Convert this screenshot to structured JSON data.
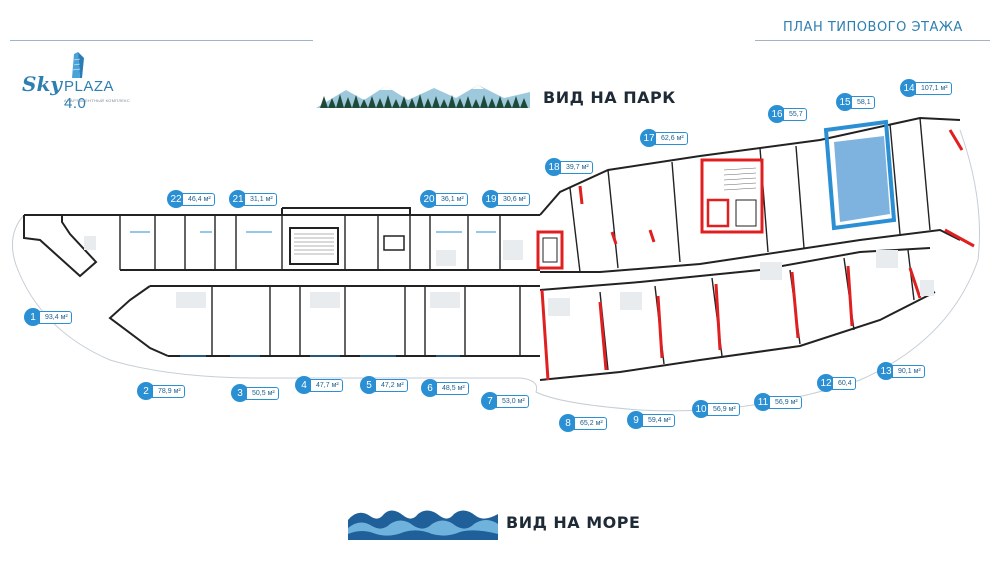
{
  "header": {
    "title": "ПЛАН ТИПОВОГО ЭТАЖА"
  },
  "logo": {
    "sky": "Sky",
    "plaza": "PLAZA 4.0",
    "subtitle": "АПАРТАМЕНТНЫЙ КОМПЛЕКС"
  },
  "views": {
    "park": "ВИД НА ПАРК",
    "sea": "ВИД НА МОРЕ"
  },
  "colors": {
    "accent": "#2b8fd3",
    "wall": "#222222",
    "highlight_wall": "#e02020",
    "selected_unit": "#7fb3df"
  },
  "units": [
    {
      "num": "1",
      "area": "93,4 м²"
    },
    {
      "num": "2",
      "area": "78,9 м²"
    },
    {
      "num": "3",
      "area": "50,5 м²"
    },
    {
      "num": "4",
      "area": "47,7 м²"
    },
    {
      "num": "5",
      "area": "47,2 м²"
    },
    {
      "num": "6",
      "area": "48,5 м²"
    },
    {
      "num": "7",
      "area": "53,0 м²"
    },
    {
      "num": "8",
      "area": "65,2 м²"
    },
    {
      "num": "9",
      "area": "59,4 м²"
    },
    {
      "num": "10",
      "area": "56,9 м²"
    },
    {
      "num": "11",
      "area": "56,9 м²"
    },
    {
      "num": "12",
      "area": "60,4"
    },
    {
      "num": "13",
      "area": "90,1 м²"
    },
    {
      "num": "14",
      "area": "107,1 м²"
    },
    {
      "num": "15",
      "area": "58,1"
    },
    {
      "num": "16",
      "area": "55,7"
    },
    {
      "num": "17",
      "area": "62,6 м²"
    },
    {
      "num": "18",
      "area": "39,7 м²"
    },
    {
      "num": "19",
      "area": "30,6 м²"
    },
    {
      "num": "20",
      "area": "36,1 м²"
    },
    {
      "num": "21",
      "area": "31,1 м²"
    },
    {
      "num": "22",
      "area": "46,4 м²"
    }
  ],
  "selected_unit": "15"
}
